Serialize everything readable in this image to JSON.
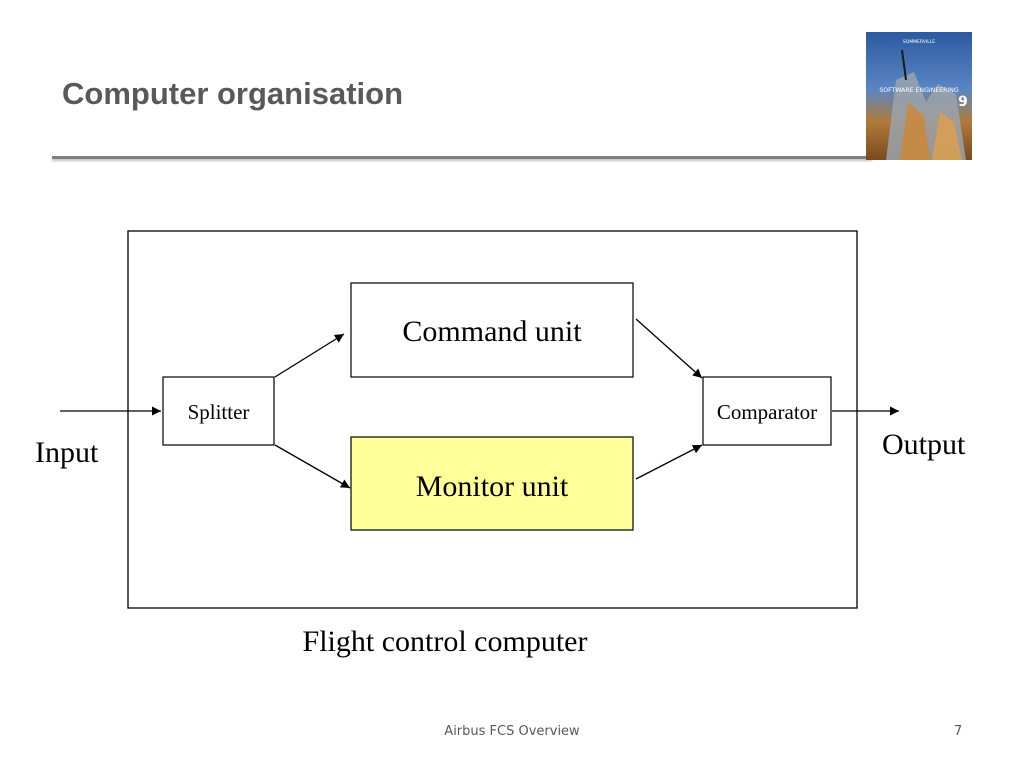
{
  "slide": {
    "title": "Computer organisation",
    "footer_text": "Airbus FCS Overview",
    "page_number": "7"
  },
  "book_cover": {
    "author": "SOMMERVILLE",
    "title": "SOFTWARE ENGINEERING",
    "edition": "9"
  },
  "diagram": {
    "input_label": "Input",
    "output_label": "Output",
    "splitter_label": "Splitter",
    "command_unit_label": "Command unit",
    "monitor_unit_label": "Monitor unit",
    "comparator_label": "Comparator",
    "caption": "Flight control computer",
    "monitor_fill": "#ffff99"
  }
}
